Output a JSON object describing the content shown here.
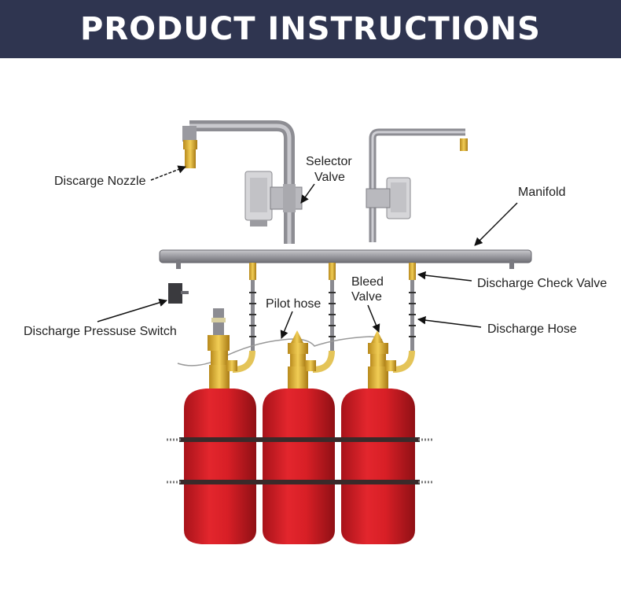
{
  "header": {
    "title": "PRODUCT INSTRUCTIONS"
  },
  "labels": {
    "discharge_nozzle": "Discarge Nozzle",
    "selector_valve_line1": "Selector",
    "selector_valve_line2": "Valve",
    "manifold": "Manifold",
    "discharge_check_valve": "Discharge Check Valve",
    "pilot_hose": "Pilot hose",
    "bleed_valve_line1": "Bleed",
    "bleed_valve_line2": "Valve",
    "discharge_pressure_switch": "Discharge Pressuse Switch",
    "discharge_hose": "Discharge Hose"
  },
  "colors": {
    "header_bg": "#2f3550",
    "cylinder_red": "#d81f26",
    "valve_brass": "#e0b63a",
    "pipe_gray": "#9a9aa0"
  }
}
